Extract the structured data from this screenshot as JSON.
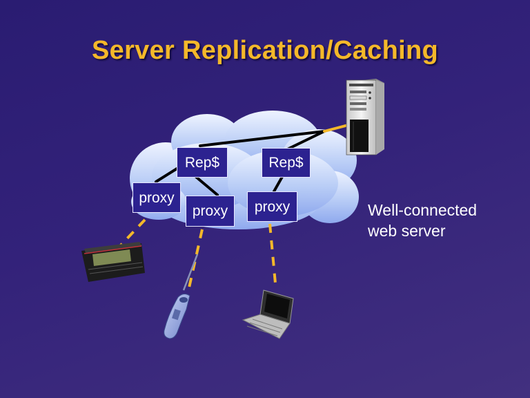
{
  "title": "Server Replication/Caching",
  "nodes": {
    "rep1": "Rep$",
    "rep2": "Rep$",
    "proxy1": "proxy",
    "proxy2": "proxy",
    "proxy3": "proxy"
  },
  "server_caption": {
    "line1": "Well-connected",
    "line2": "web server"
  },
  "icons": [
    "cloud-icon",
    "web-server-tower-icon",
    "pager-icon",
    "cell-phone-icon",
    "laptop-icon"
  ],
  "colors": {
    "background": "#33227a",
    "title": "#f4b82a",
    "node_fill": "#2c2290",
    "wired_link": "#000000",
    "wireless_link": "#f4b82a"
  }
}
